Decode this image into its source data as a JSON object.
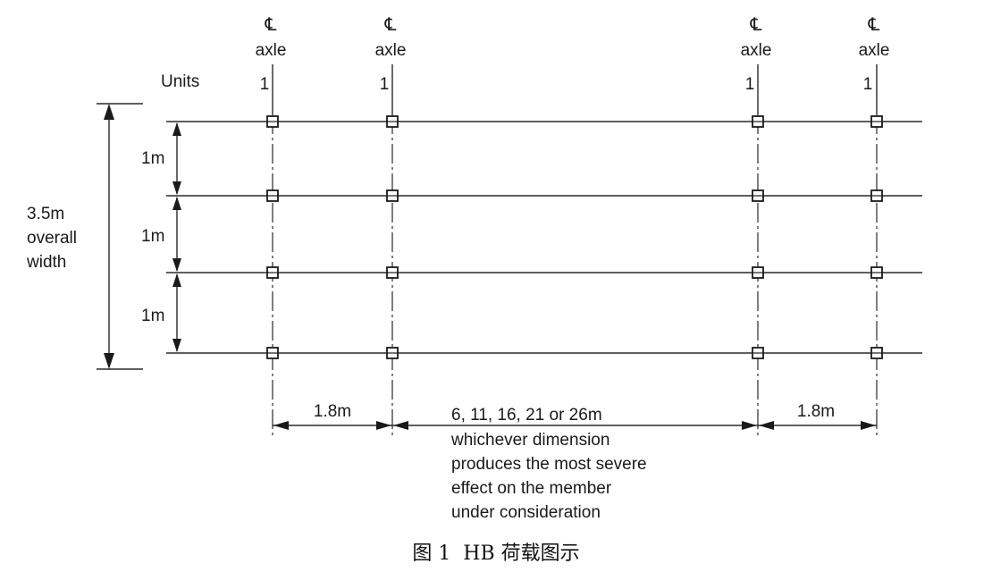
{
  "axle_headers": [
    {
      "symbol": "℄",
      "label": "axle",
      "units": "1"
    },
    {
      "symbol": "℄",
      "label": "axle",
      "units": "1"
    },
    {
      "symbol": "℄",
      "label": "axle",
      "units": "1"
    },
    {
      "symbol": "℄",
      "label": "axle",
      "units": "1"
    }
  ],
  "units_label": "Units",
  "overall_width": {
    "line1": "3.5m",
    "line2": "overall",
    "line3": "width"
  },
  "wheel_spacing_labels": [
    "1m",
    "1m",
    "1m"
  ],
  "axle_spacing": {
    "left": "1.8m",
    "middle": "6, 11, 16, 21 or 26m",
    "right": "1.8m"
  },
  "note_lines": [
    "whichever dimension",
    "produces the most severe",
    "effect on the member",
    "under consideration"
  ],
  "caption": "图 1  HB 荷载图示"
}
